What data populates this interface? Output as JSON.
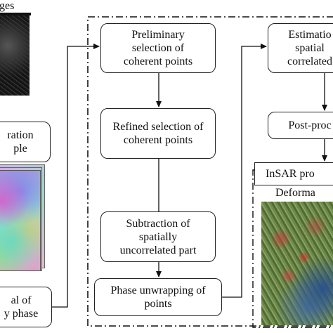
{
  "labels": {
    "sar_images": "ges",
    "registration": "ration\nple",
    "removal": "al of\ny phase",
    "step1": "Preliminary\nselection of\ncoherent points",
    "step2": "Refined selection of\ncoherent points",
    "step3": "Subtraction of\nspatially\nuncorrelated part",
    "step4": "Phase unwrapping of\npoints",
    "estimation": "Estimatio\nspatial\ncorrelated",
    "postproc": "Post-proc",
    "insar": "InSAR pro",
    "deformation": "Deforma"
  }
}
